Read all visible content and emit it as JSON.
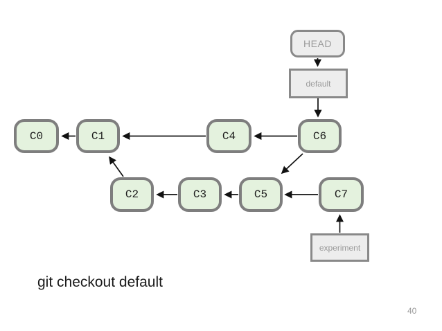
{
  "labels": {
    "head": "HEAD",
    "default_branch": "default",
    "experiment_branch": "experiment"
  },
  "commits": {
    "c0": "C0",
    "c1": "C1",
    "c2": "C2",
    "c3": "C3",
    "c4": "C4",
    "c5": "C5",
    "c6": "C6",
    "c7": "C7"
  },
  "edges": [
    {
      "from": "HEAD",
      "to": "default"
    },
    {
      "from": "default",
      "to": "C6"
    },
    {
      "from": "C1",
      "to": "C0"
    },
    {
      "from": "C4",
      "to": "C1"
    },
    {
      "from": "C6",
      "to": "C4"
    },
    {
      "from": "C2",
      "to": "C1"
    },
    {
      "from": "C6",
      "to": "C5"
    },
    {
      "from": "C3",
      "to": "C2"
    },
    {
      "from": "C5",
      "to": "C3"
    },
    {
      "from": "C7",
      "to": "C5"
    },
    {
      "from": "experiment",
      "to": "C7"
    }
  ],
  "caption": {
    "command": "git checkout default"
  },
  "footer": {
    "page_number": "40"
  },
  "colors": {
    "commit_fill": "#e4f2de",
    "commit_border": "#7e7e7e",
    "commit_text": "#1c1c1c",
    "pointer_fill": "#ededed",
    "pointer_border": "#898989",
    "pointer_text": "#9a9a9a",
    "arrow": "#111111",
    "caption_text": "#1a1a1a",
    "page_number_text": "#999999"
  }
}
